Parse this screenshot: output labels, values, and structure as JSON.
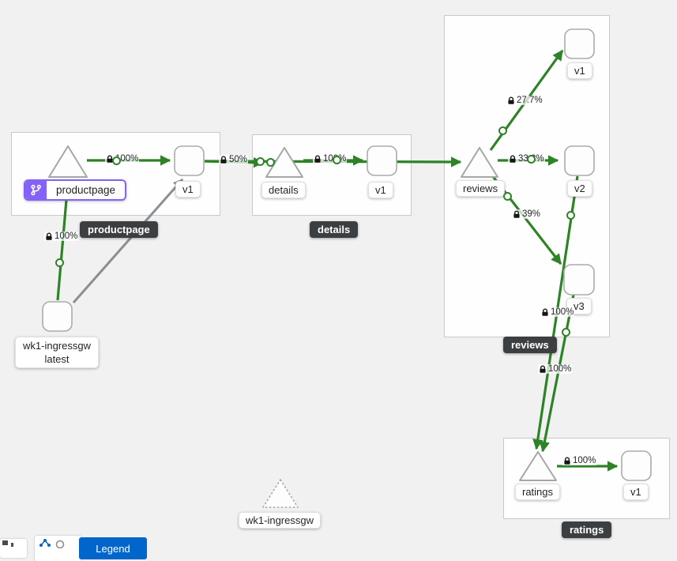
{
  "groups": {
    "productpage": {
      "badge": "productpage"
    },
    "details": {
      "badge": "details"
    },
    "reviews": {
      "badge": "reviews"
    },
    "ratings": {
      "badge": "ratings"
    }
  },
  "nodes": {
    "productpage": {
      "label": "productpage",
      "badge_icon": "code-branch-icon"
    },
    "productpage_v1": {
      "label": "v1"
    },
    "details": {
      "label": "details"
    },
    "details_v1": {
      "label": "v1"
    },
    "reviews": {
      "label": "reviews"
    },
    "reviews_v1": {
      "label": "v1"
    },
    "reviews_v2": {
      "label": "v2"
    },
    "reviews_v3": {
      "label": "v3"
    },
    "ratings": {
      "label": "ratings"
    },
    "ratings_v1": {
      "label": "v1"
    },
    "ingress": {
      "line1": "wk1-ingressgw",
      "line2": "latest"
    },
    "idle_gateway": {
      "label": "wk1-ingressgw"
    }
  },
  "edges": {
    "ingress_to_productpage": {
      "label": "100%",
      "secure": true
    },
    "productpage_to_v1": {
      "label": "100%",
      "secure": true
    },
    "v1_to_details": {
      "label": "50%",
      "secure": true
    },
    "details_to_v1": {
      "label": "100%",
      "secure": true
    },
    "reviews_to_v1": {
      "label": "27.7%",
      "secure": true
    },
    "reviews_to_v2": {
      "label": "33.2%",
      "secure": true
    },
    "reviews_to_v3": {
      "label": "39%",
      "secure": true
    },
    "v2_to_ratings": {
      "label": "100%",
      "secure": true
    },
    "v3_to_ratings": {
      "label": "100%",
      "secure": true
    },
    "ratings_to_v1": {
      "label": "100%",
      "secure": true
    }
  },
  "controls": {
    "legend_label": "Legend"
  },
  "icons": {
    "mtls": "lock-icon",
    "virtual_service": "code-branch-icon",
    "graph": "topology-icon"
  },
  "colors": {
    "edge_healthy": "#2d8326",
    "edge_unknown": "#8c8f92",
    "virtual_service_purple": "#8461f7",
    "primary_blue": "#0066cc",
    "badge_dark": "#3c3f42"
  }
}
